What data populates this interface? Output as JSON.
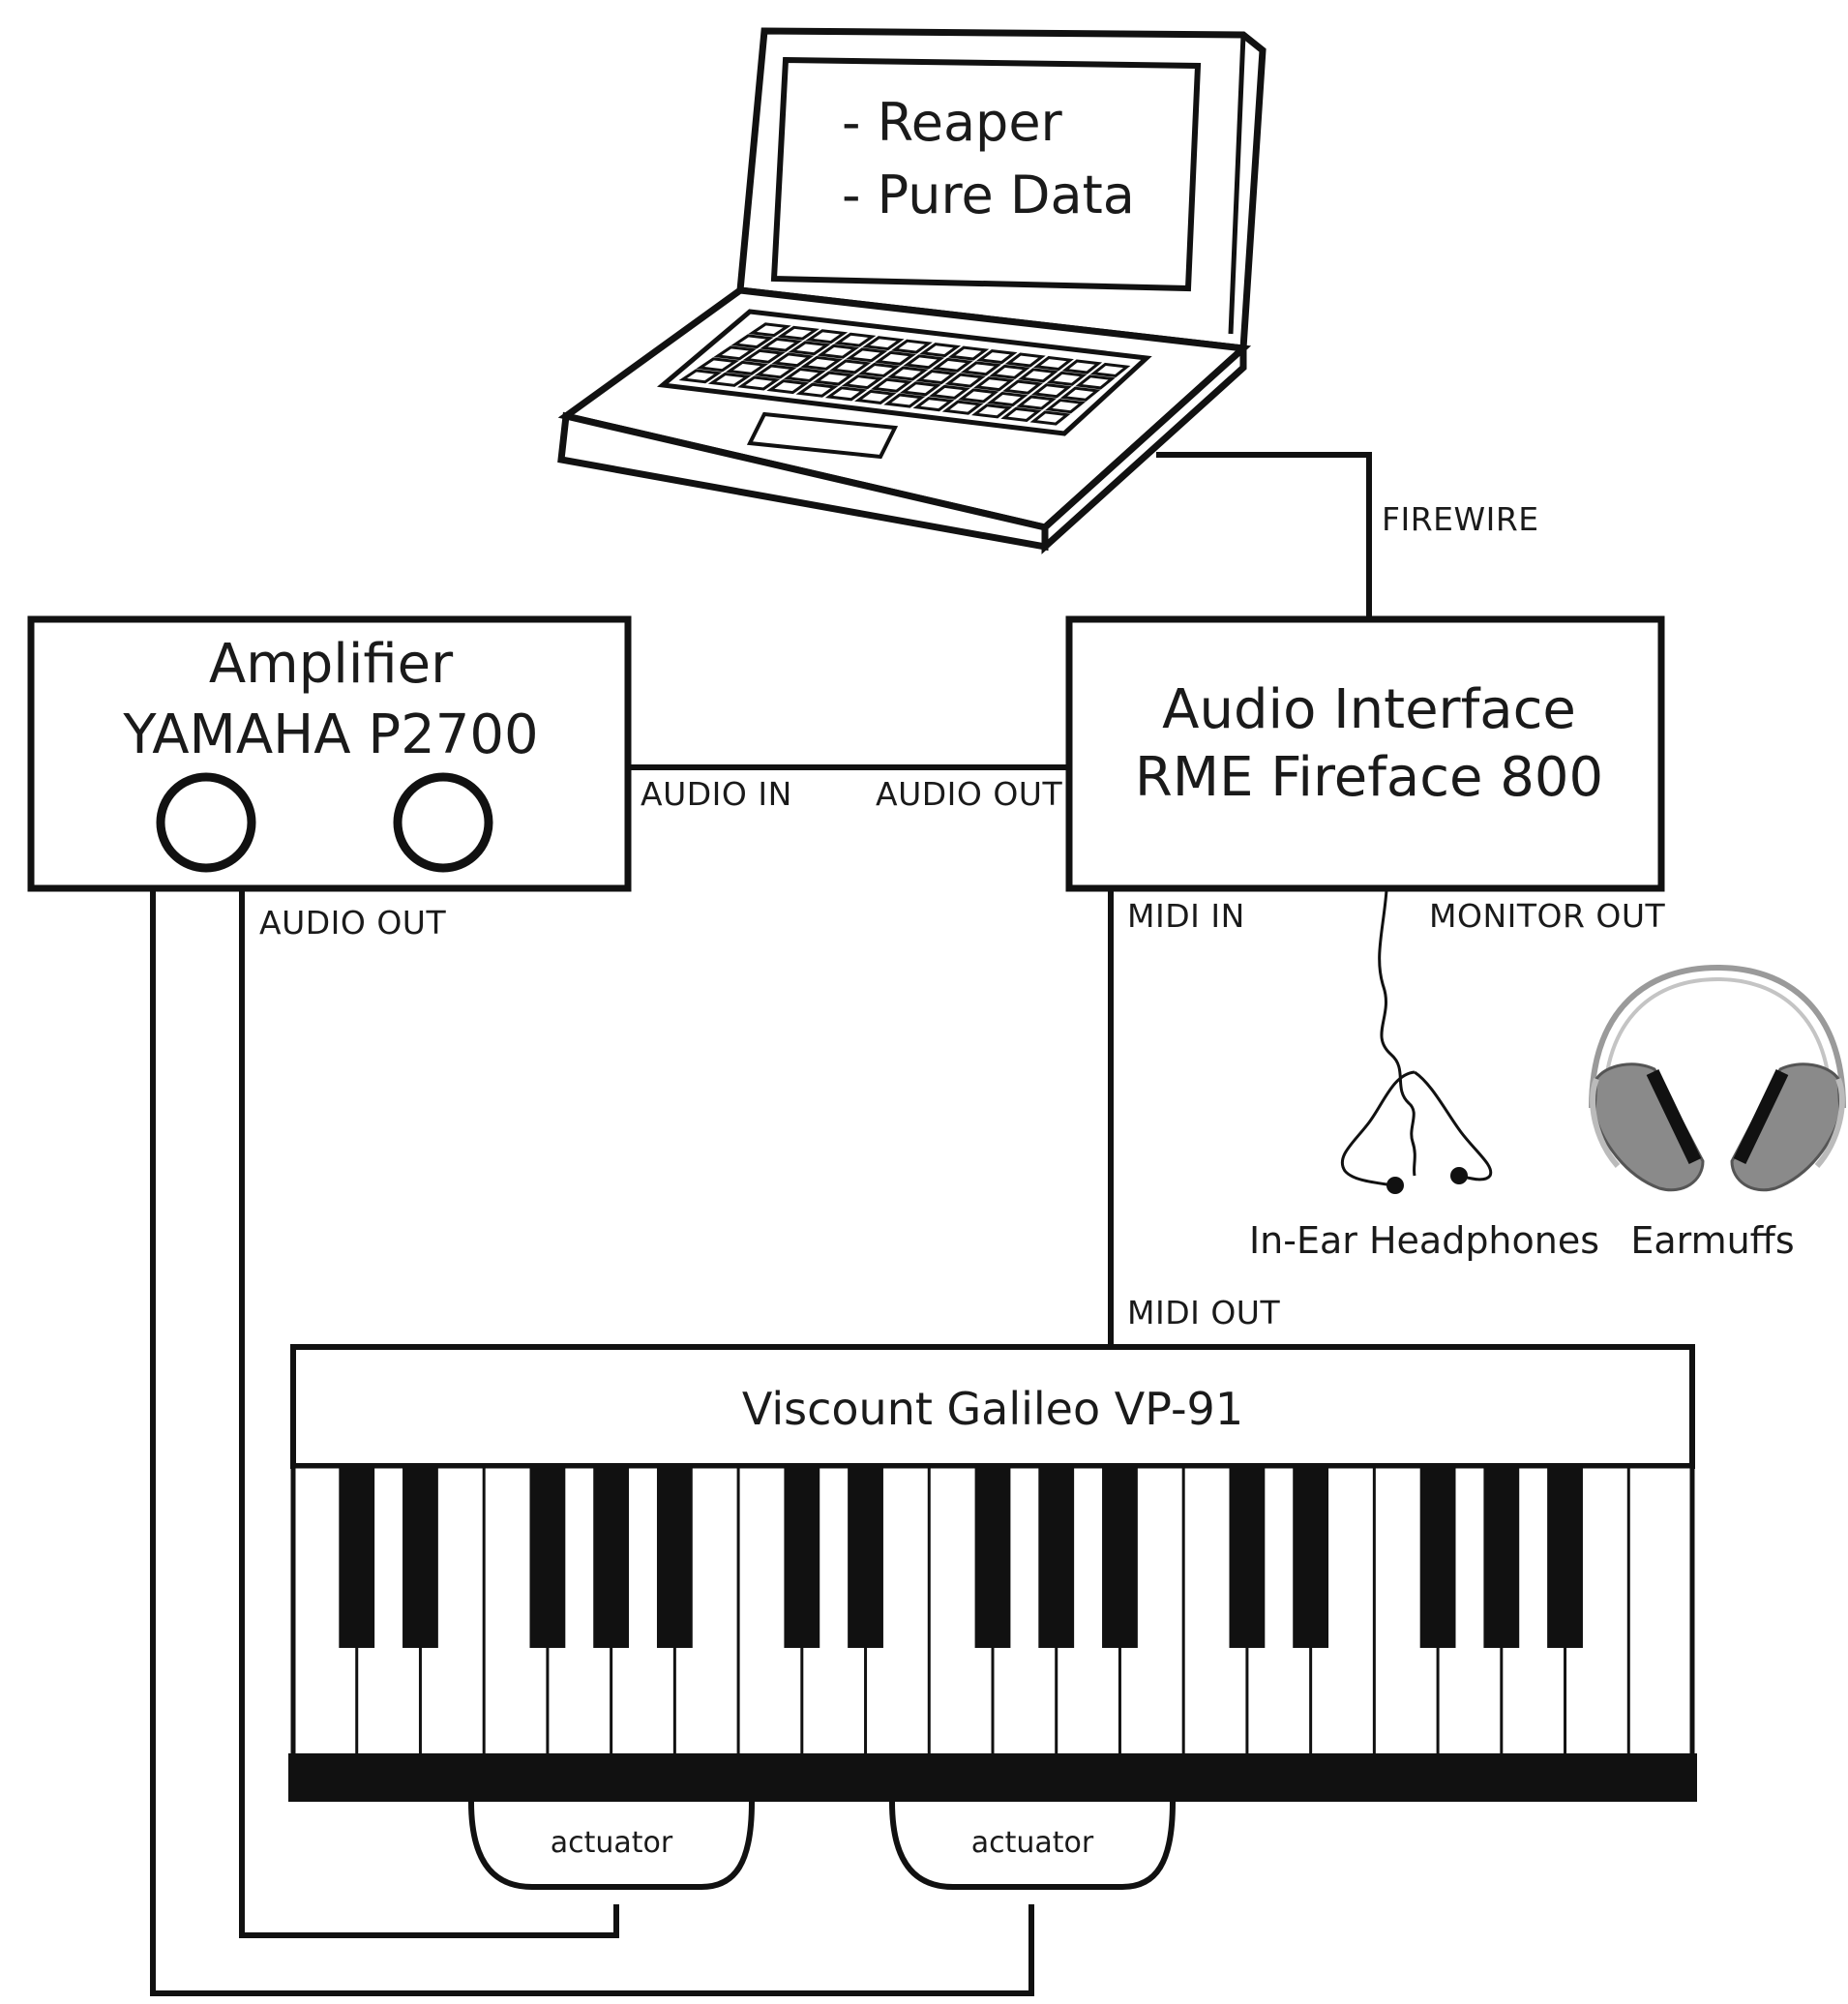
{
  "laptop": {
    "screen_line_1": "- Reaper",
    "screen_line_2": "- Pure Data"
  },
  "amplifier": {
    "title_line_1": "Amplifier",
    "title_line_2": "YAMAHA P2700"
  },
  "audio_interface": {
    "title_line_1": "Audio Interface",
    "title_line_2": "RME Fireface 800"
  },
  "connections": {
    "firewire": "FIREWIRE",
    "audio_in": "AUDIO IN",
    "interface_audio_out": "AUDIO OUT",
    "amp_audio_out": "AUDIO OUT",
    "midi_in": "MIDI IN",
    "monitor_out": "MONITOR OUT",
    "midi_out": "MIDI OUT"
  },
  "headphones": {
    "in_ear_label": "In-Ear Headphones",
    "earmuffs_label": "Earmuffs"
  },
  "keyboard": {
    "title": "Viscount Galileo VP-91",
    "white_key_count": 22
  },
  "actuators": {
    "left_label": "actuator",
    "right_label": "actuator"
  },
  "colors": {
    "line": "#111111",
    "background": "#ffffff",
    "earmuff_gray": "#7a7a7a"
  }
}
